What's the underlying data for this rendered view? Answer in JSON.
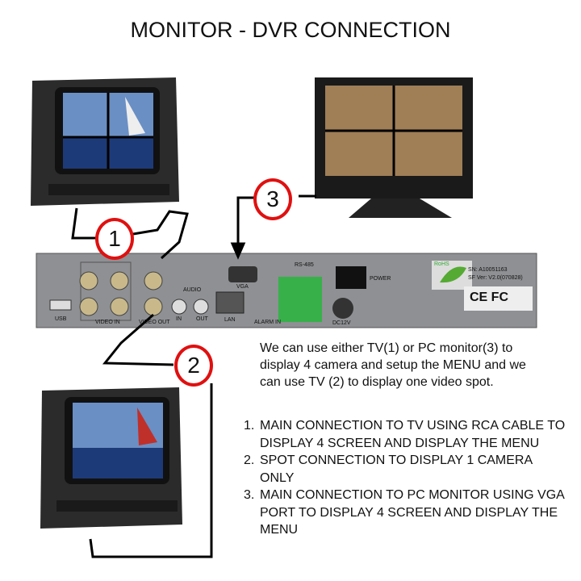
{
  "title": "MONITOR - DVR CONNECTION",
  "callouts": [
    "1",
    "2",
    "3"
  ],
  "description": "We can use either TV(1) or PC monitor(3) to display 4 camera and setup the MENU and we can use TV (2) to display one video spot.",
  "steps": [
    {
      "num": "1.",
      "text": "MAIN CONNECTION TO TV USING RCA CABLE TO DISPLAY  4 SCREEN AND DISPLAY THE MENU"
    },
    {
      "num": "2.",
      "text": "SPOT CONNECTION TO DISPLAY 1 CAMERA ONLY"
    },
    {
      "num": "3.",
      "text": "MAIN CONNECTION TO PC MONITOR USING VGA PORT TO DISPLAY 4 SCREEN AND  DISPLAY THE MENU"
    }
  ],
  "dvr_labels": {
    "usb": "USB",
    "video_in": "VIDEO IN",
    "video_out": "VIDEO OUT",
    "audio": "AUDIO",
    "in": "IN",
    "out": "OUT",
    "lan": "LAN",
    "vga": "VGA",
    "rs485": "RS-485",
    "alarm_in": "ALARM IN",
    "dc12v": "DC12V",
    "power": "POWER",
    "sn": "SN: A10051163",
    "sf_ver": "SF Ver:  V2.0(070828)",
    "rohs": "RoHS",
    "certs": "CE FC"
  }
}
